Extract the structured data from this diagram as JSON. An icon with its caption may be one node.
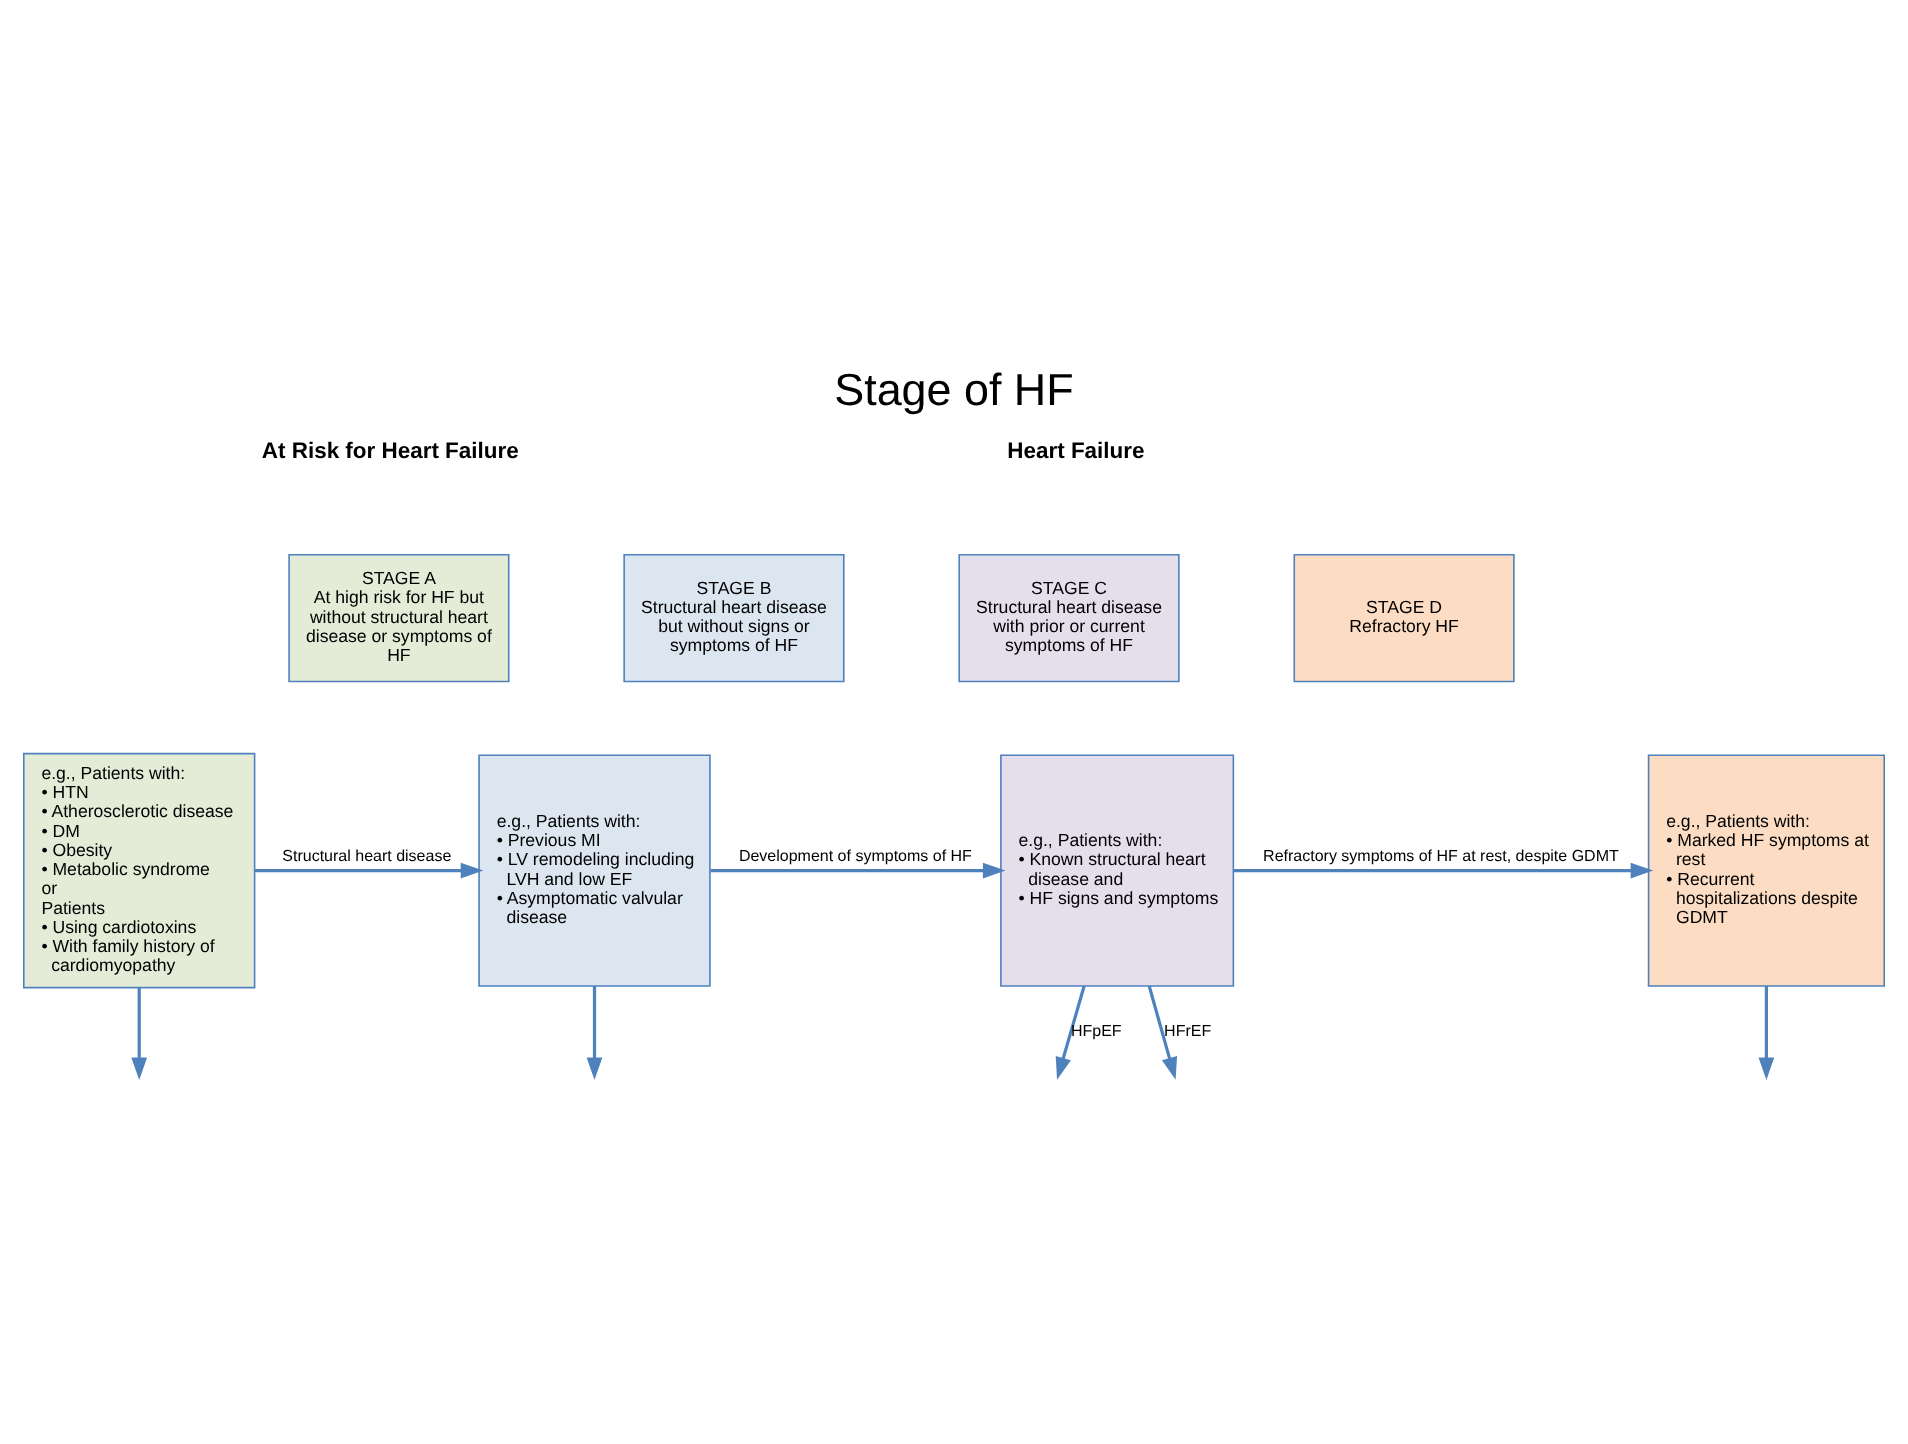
{
  "diagram": {
    "title": "Stage of HF",
    "nodes": [
      {
        "text": [
          "STAGE A",
          "At high risk for HF but without structural heart disease or symptoms of HF"
        ]
      },
      {
        "text": [
          "STAGE B",
          "Structural heart disease but without signs or symptoms of HF"
        ]
      },
      {
        "text": [
          "STAGE C",
          "Structural heart disease with prior or current symptoms of HF"
        ]
      },
      {
        "text": [
          "STAGE D",
          "Refractory HF"
        ]
      },
      {
        "text": [
          "e.g., Patients with:",
          "• HTN",
          "• Atherosclerotic disease",
          "• DM",
          "• Obesity",
          "• Metabolic syndrome",
          "or",
          "Patients",
          "• Using cardiotoxins",
          "• With family history of cardiomyopathy"
        ]
      },
      {
        "text": [
          "e.g., Patients with:",
          "• Previous MI",
          "• LV remodeling including LVH and low EF",
          "• Asymptomatic valvular disease"
        ]
      },
      {
        "text": [
          "e.g., Patients with:",
          "• Known structural heart disease and",
          "• HF signs and symptoms"
        ]
      },
      {
        "text": [
          "e.g., Patients with:",
          "• Marked HF symptoms at rest",
          "• Recurrent hospitalizations despite GDMT"
        ]
      }
    ],
    "edges": [
      {
        "from": 4,
        "to": 5,
        "arrow": "to",
        "label": "Structural heart disease"
      },
      {
        "from": 5,
        "to": 6,
        "arrow": "to",
        "label": "Development of symptoms of HF"
      },
      {
        "from": 6,
        "to": 7,
        "arrow": "to",
        "label": "Refractory symptoms of HF at rest, despite GDMT"
      },
      {
        "from": 4,
        "to": null,
        "arrow": "to"
      },
      {
        "from": 5,
        "to": null,
        "arrow": "to"
      },
      {
        "from": 6,
        "to": null,
        "arrow": "to",
        "label": "HFpEF"
      },
      {
        "from": 6,
        "to": null,
        "arrow": "to",
        "label": "HFrEF"
      },
      {
        "from": 7,
        "to": null,
        "arrow": "to"
      }
    ],
    "labels": [
      "At Risk for Heart Failure",
      "Heart Failure"
    ]
  }
}
